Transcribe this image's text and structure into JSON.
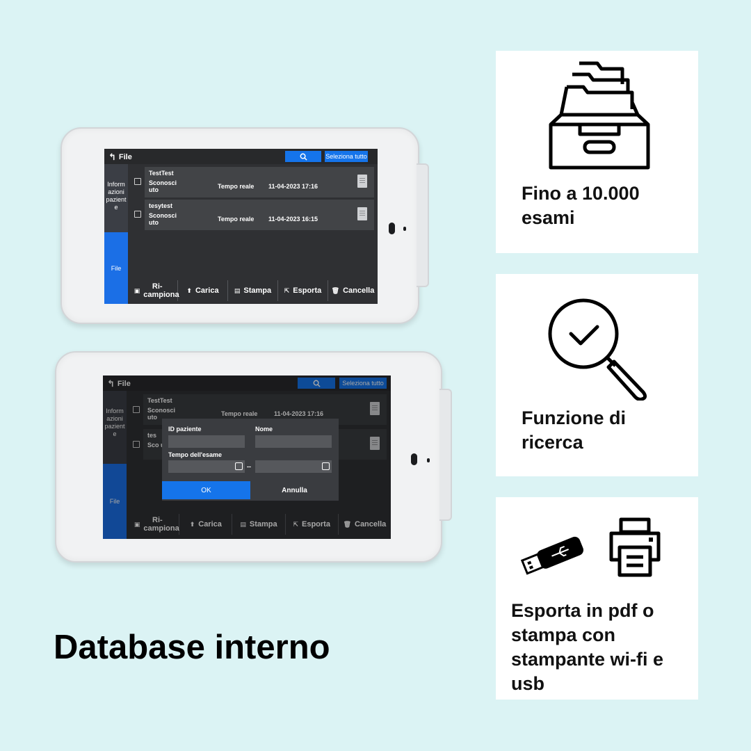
{
  "headline": "Database interno",
  "device1": {
    "back_label": "File",
    "select_all": "Seleziona tutto",
    "side_info": "Inform azioni pazient e",
    "side_file": "File",
    "records": [
      {
        "name": "TestTest",
        "gender": "Sconosci uto",
        "mode": "Tempo reale",
        "date": "11-04-2023 17:16"
      },
      {
        "name": "tesytest",
        "gender": "Sconosci uto",
        "mode": "Tempo reale",
        "date": "11-04-2023 16:15"
      }
    ],
    "toolbar": {
      "resample": "Ri- campiona",
      "upload": "Carica",
      "print": "Stampa",
      "export": "Esporta",
      "delete": "Cancella"
    }
  },
  "device2": {
    "back_label": "File",
    "select_all": "Seleziona tutto",
    "side_info": "Inform azioni pazient e",
    "side_file": "File",
    "records": [
      {
        "name": "TestTest",
        "gender": "Sconosci uto",
        "mode": "Tempo reale",
        "date": "11-04-2023 17:16"
      },
      {
        "name": "tes",
        "gender": "Sco uto"
      }
    ],
    "dialog": {
      "patient_id_label": "ID paziente",
      "name_label": "Nome",
      "exam_time_label": "Tempo dell'esame",
      "range_separator": "--",
      "ok": "OK",
      "cancel": "Annulla"
    },
    "toolbar": {
      "resample": "Ri- campiona",
      "upload": "Carica",
      "print": "Stampa",
      "export": "Esporta",
      "delete": "Cancella"
    }
  },
  "cards": [
    {
      "icon": "file-drawer-icon",
      "text": "Fino a 10.000 esami"
    },
    {
      "icon": "magnifier-check-icon",
      "text": "Funzione di ricerca"
    },
    {
      "icon": "usb-printer-icon",
      "text": "Esporta in pdf o stampa con stampante wi-fi e usb"
    }
  ],
  "colors": {
    "background": "#dbf3f4",
    "accent": "#1574ea",
    "screen": "#2f3033"
  }
}
